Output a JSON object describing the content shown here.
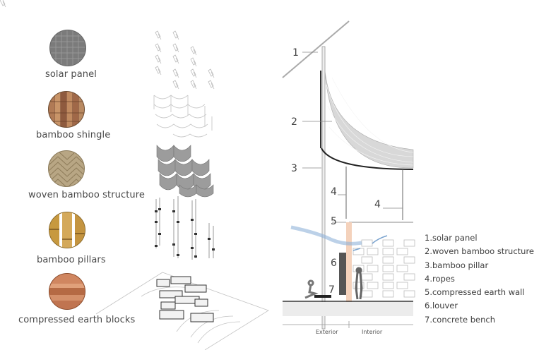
{
  "materials": [
    {
      "label": "solar panel",
      "swatch": "solar-panel-texture",
      "color": "#7a7a7a"
    },
    {
      "label": "bamboo shingle",
      "swatch": "bamboo-shingle-texture",
      "color": "#a0674a"
    },
    {
      "label": "woven bamboo structure",
      "swatch": "woven-bamboo-texture",
      "color": "#b8a684"
    },
    {
      "label": "bamboo pillars",
      "swatch": "bamboo-pillar-texture",
      "color": "#c99a45"
    },
    {
      "label": "compressed earth blocks",
      "swatch": "earth-block-texture",
      "color": "#c77a52"
    }
  ],
  "section": {
    "callouts": [
      "1",
      "2",
      "3",
      "4",
      "4",
      "5",
      "6",
      "7"
    ],
    "zones": {
      "exterior": "Exterior",
      "interior": "Interior"
    },
    "airflow_color": "#7aa3cf",
    "earth_wall_color": "#f2c9b0"
  },
  "legend": [
    "1.solar panel",
    "2.woven bamboo structure",
    "3.bamboo pillar",
    "4.ropes",
    "5.compressed earth wall",
    "6.louver",
    "7.concrete bench"
  ]
}
